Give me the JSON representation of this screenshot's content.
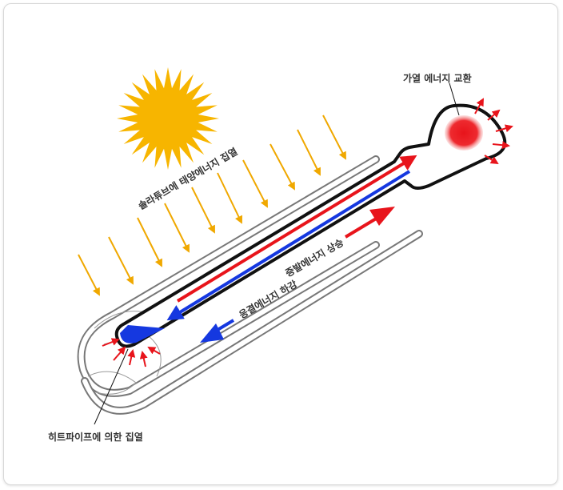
{
  "labels": {
    "heat_exchange": "가열 에너지 교환",
    "solar_collection": "솔라튜브에 태양에너지 집열",
    "vapor_rise": "증발에너지 상승",
    "condensation_fall": "응결에너지 하강",
    "heatpipe_collection": "히트파이프에 의한 집열"
  },
  "colors": {
    "sun": "#F7B500",
    "sun_ray": "#F0A800",
    "hot": "#E8141B",
    "cold": "#1538E0",
    "outline": "#111111",
    "tube": "#777777"
  }
}
